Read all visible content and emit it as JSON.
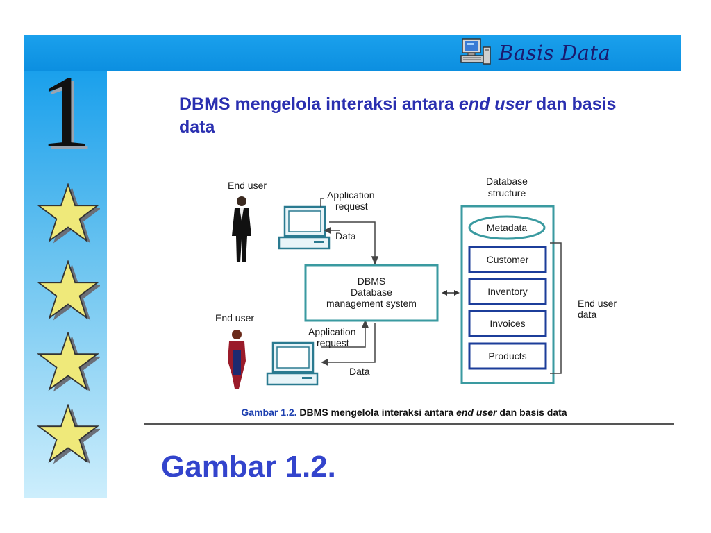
{
  "header": {
    "title": "Basis Data",
    "icon": "computer-icon"
  },
  "sidebar": {
    "chapter_number": "1",
    "star_icon": "star-icon",
    "star_count": 4
  },
  "heading": {
    "part1": "DBMS mengelola interaksi antara ",
    "emphasis": "end user",
    "part2": " dan basis data"
  },
  "diagram": {
    "end_user_top": "End user",
    "end_user_bottom": "End user",
    "app_request_top": [
      "Application",
      "request"
    ],
    "app_request_bottom": [
      "Application",
      "request"
    ],
    "data_top": "Data",
    "data_bottom": "Data",
    "dbms": [
      "DBMS",
      "Database",
      "management system"
    ],
    "db_structure": [
      "Database",
      "structure"
    ],
    "metadata": "Metadata",
    "tables": [
      "Customer",
      "Inventory",
      "Invoices",
      "Products"
    ],
    "end_user_data": [
      "End user",
      "data"
    ]
  },
  "caption": {
    "label": "Gambar 1.2.",
    "part1": " DBMS mengelola interaksi antara ",
    "emphasis": "end user",
    "part2": " dan basis data"
  },
  "footer": {
    "title": "Gambar 1.2."
  },
  "colors": {
    "top_bar": "#0c8fe0",
    "heading": "#2a2fb0",
    "diagram_box": "#3a9aa0",
    "table_box": "#1c3d9a",
    "footer_title": "#3344cc"
  }
}
